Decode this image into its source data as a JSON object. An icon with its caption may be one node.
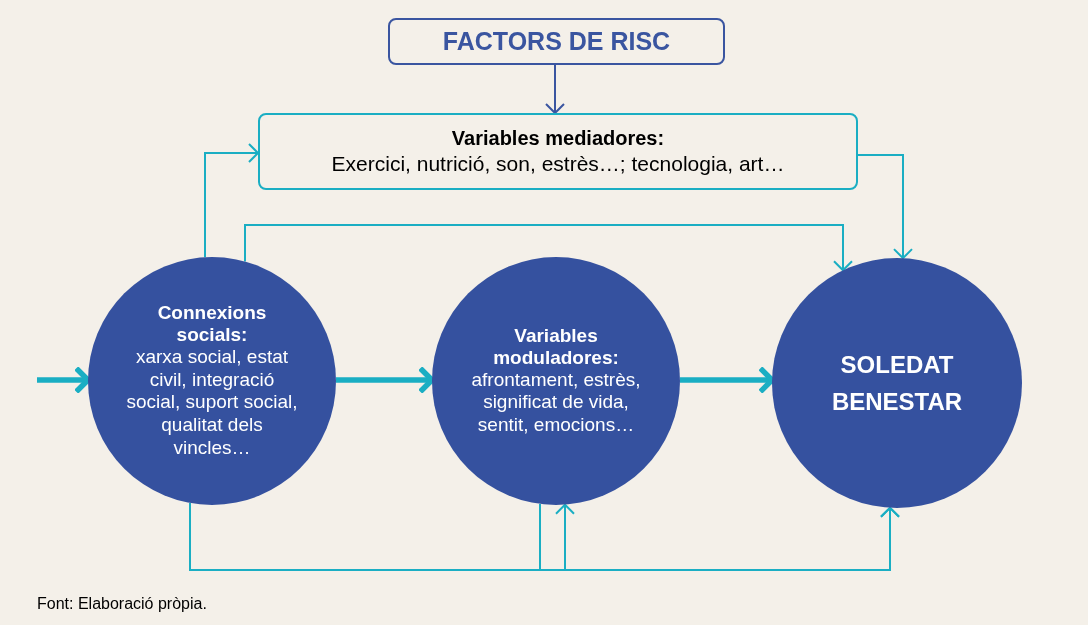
{
  "diagram": {
    "caption": "Font: Elaboració pròpia.",
    "nodes": [
      {
        "text": [
          "FACTORS DE RISC"
        ]
      },
      {
        "text": [
          "Variables mediadores:",
          "Exercici, nutrició, son, estrès…; tecnologia, art…"
        ]
      },
      {
        "text": [
          "Connexions socials:",
          "xarxa social, estat civil, integració social, suport social, qualitat dels vincles…"
        ]
      },
      {
        "text": [
          "Variables moduladores:",
          "afrontament, estrès, significat de vida, sentit, emocions…"
        ]
      },
      {
        "text": [
          "SOLEDAT BENESTAR"
        ]
      }
    ],
    "edges": [
      {
        "from": 0,
        "to": 1,
        "arrow": "to",
        "color": "#3a55a0"
      },
      {
        "from": 2,
        "to": 1,
        "arrow": "to"
      },
      {
        "from": 1,
        "to": 4,
        "arrow": "to"
      },
      {
        "from": 2,
        "to": 4,
        "arrow": "to"
      },
      {
        "from": null,
        "to": 2,
        "arrow": "to",
        "style": "thick"
      },
      {
        "from": 2,
        "to": 3,
        "arrow": "to",
        "style": "thick"
      },
      {
        "from": 3,
        "to": 4,
        "arrow": "to",
        "style": "thick"
      },
      {
        "from": 2,
        "to": 3,
        "arrow": "to"
      },
      {
        "from": 2,
        "to": 4,
        "arrow": "to"
      },
      {
        "from": 3,
        "to": 4,
        "arrow": "to"
      }
    ]
  }
}
